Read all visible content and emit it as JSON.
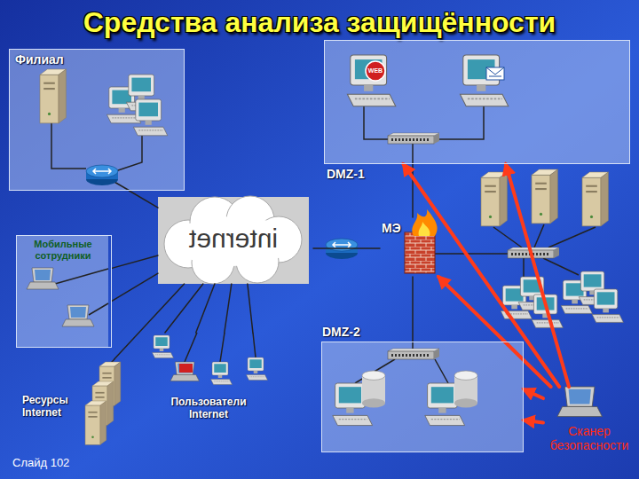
{
  "diagram": {
    "title": "Средства анализа защищённости",
    "nodes": [
      {
        "text": [
          "Филиал"
        ]
      },
      {
        "text": [
          "Мобильные сотрудники"
        ]
      },
      {
        "text": [
          "internet"
        ]
      },
      {
        "text": [
          "DMZ-1"
        ]
      },
      {
        "text": [
          "МЭ"
        ]
      },
      {
        "text": [
          "DMZ-2"
        ]
      },
      {
        "text": [
          "Ресурсы Internet"
        ]
      },
      {
        "text": [
          "Пользователи Internet"
        ]
      },
      {
        "text": [
          "Сканер безопасности"
        ]
      }
    ],
    "edges": [
      {
        "from": 0,
        "to": 2,
        "arrow": "none"
      },
      {
        "from": 1,
        "to": 2,
        "arrow": "none"
      },
      {
        "from": 1,
        "to": 2,
        "arrow": "none"
      },
      {
        "from": 6,
        "to": 2,
        "arrow": "none"
      },
      {
        "from": 7,
        "to": 2,
        "arrow": "none"
      },
      {
        "from": 7,
        "to": 2,
        "arrow": "none"
      },
      {
        "from": 7,
        "to": 2,
        "arrow": "none"
      },
      {
        "from": 7,
        "to": 2,
        "arrow": "none"
      },
      {
        "from": 2,
        "to": 4,
        "arrow": "none"
      },
      {
        "from": 4,
        "to": 3,
        "arrow": "none"
      },
      {
        "from": 4,
        "to": 5,
        "arrow": "none"
      },
      {
        "from": 8,
        "to": 3,
        "arrow": "to"
      },
      {
        "from": 8,
        "to": 3,
        "arrow": "to"
      },
      {
        "from": 8,
        "to": 4,
        "arrow": "to"
      },
      {
        "from": 8,
        "to": 5,
        "arrow": "to"
      },
      {
        "from": 8,
        "to": 5,
        "arrow": "to"
      }
    ],
    "labels": [
      "WEB",
      "Слайд 102"
    ]
  }
}
